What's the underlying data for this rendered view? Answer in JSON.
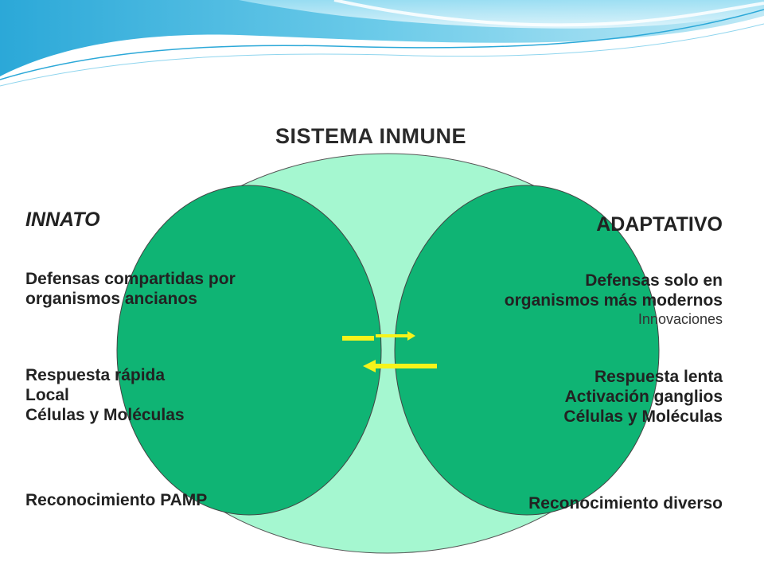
{
  "colors": {
    "outer_circle": "#a5f7d0",
    "inner_circles": "#0fb474",
    "arrows": "#f7f31a",
    "wave_dark": "#2ba8d8",
    "wave_light": "#bfe9f6",
    "text": "#222222"
  },
  "diagram": {
    "title": "SISTEMA INMUNE",
    "innato": {
      "heading": "INNATO",
      "block1": [
        "Defensas compartidas por",
        "organismos ancianos"
      ],
      "block2": [
        "Respuesta rápida",
        "Local",
        "Células y Moléculas"
      ],
      "block3": [
        "Reconocimiento PAMP"
      ]
    },
    "adaptativo": {
      "heading": "ADAPTATIVO",
      "block1": [
        "Defensas solo en",
        "organismos más modernos"
      ],
      "innovations": "Innovaciones",
      "block2": [
        "Respuesta lenta",
        "Activación ganglios",
        "Células y Moléculas"
      ],
      "block3": [
        "Reconocimiento diverso"
      ]
    },
    "arrows": [
      {
        "direction": "right"
      },
      {
        "direction": "left"
      }
    ]
  }
}
